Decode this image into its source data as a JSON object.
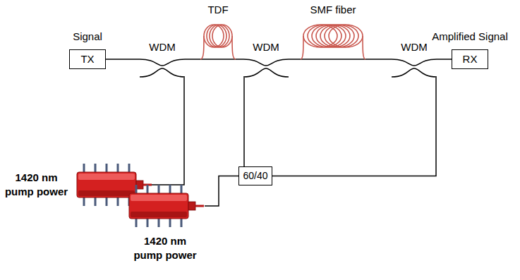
{
  "diagram": {
    "nodes": [
      {
        "text": [
          "Signal",
          "TX"
        ]
      },
      {
        "text": [
          "WDM"
        ]
      },
      {
        "text": [
          "TDF"
        ]
      },
      {
        "text": [
          "WDM"
        ]
      },
      {
        "text": [
          "SMF fiber"
        ]
      },
      {
        "text": [
          "WDM"
        ]
      },
      {
        "text": [
          "Amplified Signal",
          "RX"
        ]
      },
      {
        "text": [
          "1420 nm pump power"
        ]
      },
      {
        "text": [
          "60/40"
        ]
      },
      {
        "text": [
          "1420 nm pump power"
        ]
      }
    ],
    "edges": [
      {
        "from": 0,
        "to": 1,
        "arrow": "none"
      },
      {
        "from": 1,
        "to": 2,
        "arrow": "none"
      },
      {
        "from": 2,
        "to": 3,
        "arrow": "none"
      },
      {
        "from": 3,
        "to": 4,
        "arrow": "none"
      },
      {
        "from": 4,
        "to": 5,
        "arrow": "none"
      },
      {
        "from": 5,
        "to": 6,
        "arrow": "none"
      },
      {
        "from": 7,
        "to": 1,
        "arrow": "none"
      },
      {
        "from": 9,
        "to": 8,
        "arrow": "none"
      },
      {
        "from": 8,
        "to": 3,
        "arrow": "none"
      },
      {
        "from": 8,
        "to": 5,
        "arrow": "none"
      }
    ]
  }
}
